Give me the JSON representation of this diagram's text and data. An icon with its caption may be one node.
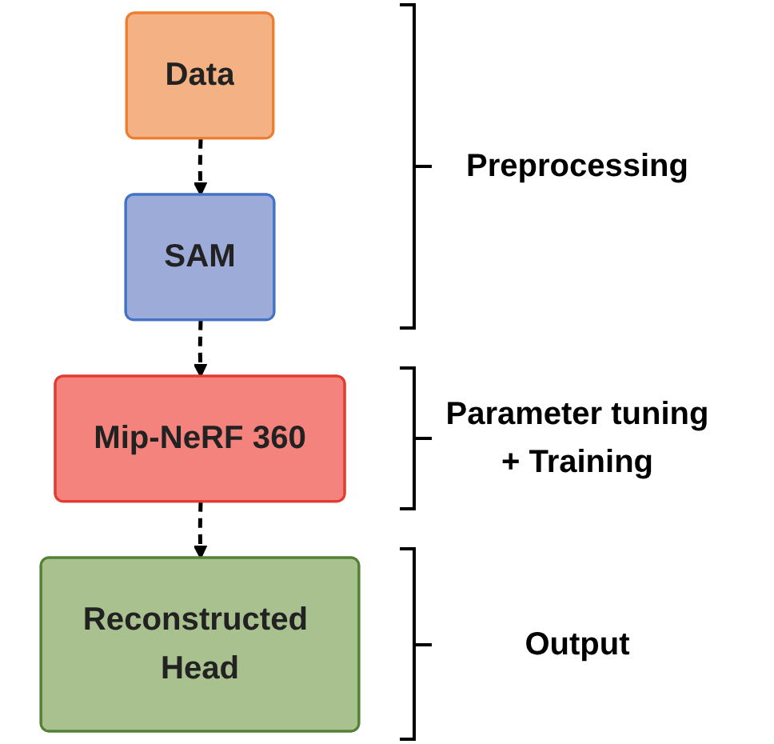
{
  "diagram": {
    "nodes": [
      {
        "text": [
          "Data"
        ]
      },
      {
        "text": [
          "SAM"
        ]
      },
      {
        "text": [
          "Mip-NeRF 360"
        ]
      },
      {
        "text": [
          "Reconstructed Head"
        ]
      }
    ],
    "edges": [
      {
        "from": 0,
        "to": 1,
        "arrow": "to",
        "style": "dashed"
      },
      {
        "from": 1,
        "to": 2,
        "arrow": "to",
        "style": "dashed"
      },
      {
        "from": 2,
        "to": 3,
        "arrow": "to",
        "style": "dashed"
      }
    ],
    "labels": [
      "Preprocessing",
      "Parameter tuning + Training",
      "Output"
    ]
  }
}
